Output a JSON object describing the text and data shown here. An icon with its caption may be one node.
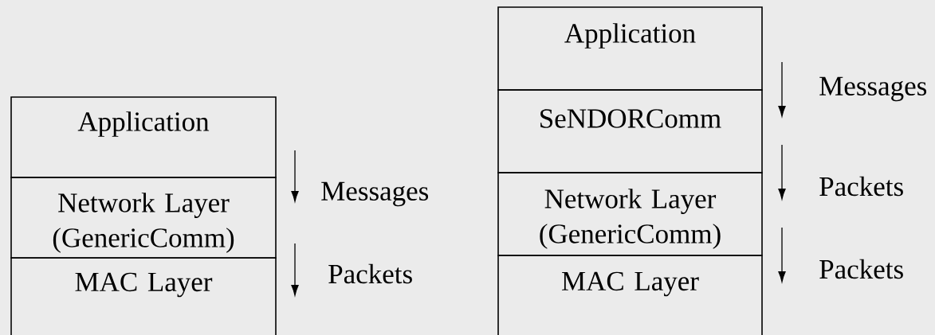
{
  "diagram": {
    "nodes": [
      {
        "text": [
          "Application"
        ]
      },
      {
        "text": [
          "Network Layer (GenericComm)"
        ]
      },
      {
        "text": [
          "MAC Layer"
        ]
      },
      {
        "text": [
          "Application"
        ]
      },
      {
        "text": [
          "SeNDORComm"
        ]
      },
      {
        "text": [
          "Network Layer (GenericComm)"
        ]
      },
      {
        "text": [
          "MAC Layer"
        ]
      }
    ],
    "edges": [
      {
        "from": 0,
        "to": 1,
        "arrow": "to",
        "label": "Messages"
      },
      {
        "from": 1,
        "to": 2,
        "arrow": "to",
        "label": "Packets"
      },
      {
        "from": 3,
        "to": 4,
        "arrow": "to",
        "label": "Messages"
      },
      {
        "from": 4,
        "to": 5,
        "arrow": "to",
        "label": "Packets"
      },
      {
        "from": 5,
        "to": 6,
        "arrow": "to",
        "label": "Packets"
      }
    ]
  }
}
